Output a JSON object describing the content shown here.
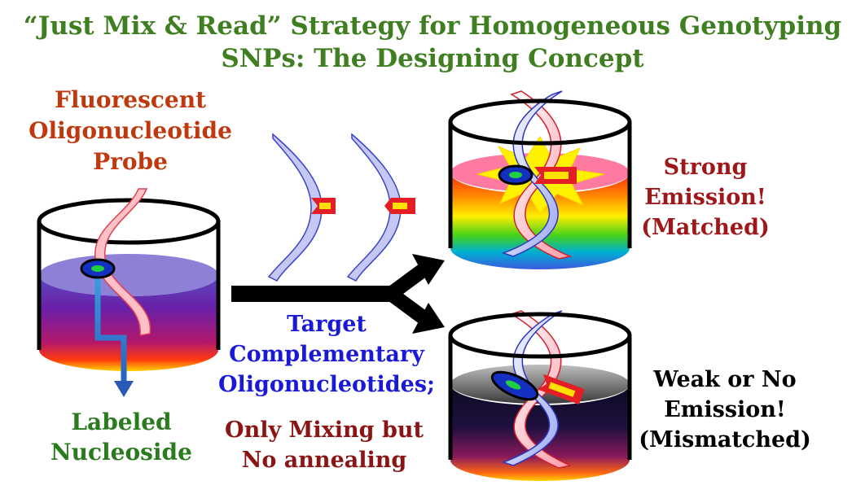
{
  "title": {
    "line1": "“Just Mix & Read” Strategy for Homogeneous Genotyping",
    "line2": "SNPs: The Designing Concept"
  },
  "probe_label": [
    "Fluorescent",
    "Oligonucleotide",
    "Probe"
  ],
  "nucleoside_label": [
    "Labeled",
    "Nucleoside"
  ],
  "target_label": [
    "Target",
    "Complementary",
    "Oligonucleotides;"
  ],
  "mixing_label": [
    "Only Mixing but",
    "No annealing"
  ],
  "matched_label": [
    "Strong",
    "Emission!",
    "(Matched)"
  ],
  "mismatched_label": [
    "Weak or No",
    "Emission!",
    "(Mismatched)"
  ],
  "colors": {
    "title": "#3f7f22",
    "probe_text": "#c0390e",
    "target_text": "#1a1ad6",
    "nucleoside_text": "#2a7a1e",
    "matched_text": "#a0171a",
    "mixing_text": "#8b1515",
    "mismatched_text": "#000000"
  }
}
